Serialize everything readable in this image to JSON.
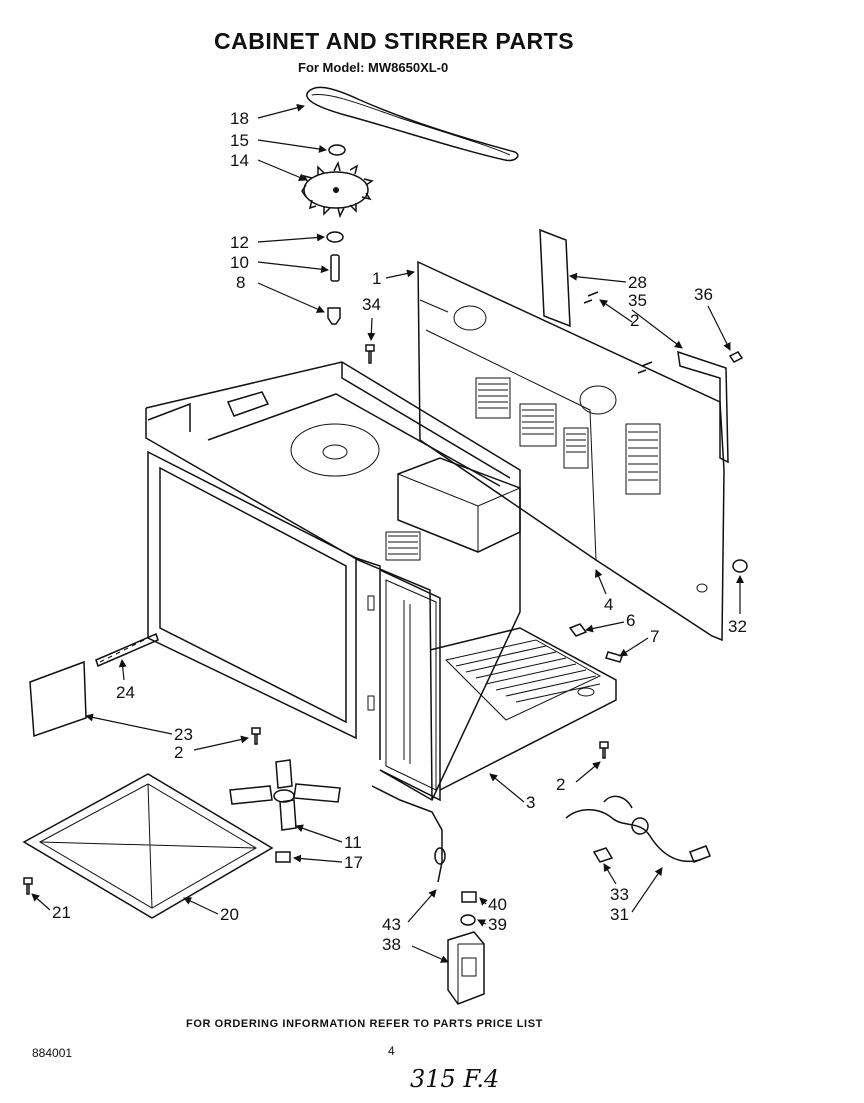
{
  "header": {
    "title": "CABINET AND STIRRER PARTS",
    "subtitle": "For Model: MW8650XL-0"
  },
  "footer": {
    "note": "FOR ORDERING INFORMATION REFER TO PARTS PRICE LIST",
    "doc_number": "884001",
    "page": "4",
    "handwritten": "315 F.4"
  },
  "callouts": [
    {
      "id": "c18",
      "label": "18"
    },
    {
      "id": "c15",
      "label": "15"
    },
    {
      "id": "c14",
      "label": "14"
    },
    {
      "id": "c12",
      "label": "12"
    },
    {
      "id": "c10",
      "label": "10"
    },
    {
      "id": "c8",
      "label": "8"
    },
    {
      "id": "c34",
      "label": "34"
    },
    {
      "id": "c1",
      "label": "1"
    },
    {
      "id": "c28",
      "label": "28"
    },
    {
      "id": "c35",
      "label": "35"
    },
    {
      "id": "c36",
      "label": "36"
    },
    {
      "id": "c2a",
      "label": "2"
    },
    {
      "id": "c32",
      "label": "32"
    },
    {
      "id": "c4",
      "label": "4"
    },
    {
      "id": "c6",
      "label": "6"
    },
    {
      "id": "c7",
      "label": "7"
    },
    {
      "id": "c24",
      "label": "24"
    },
    {
      "id": "c23",
      "label": "23"
    },
    {
      "id": "c2b",
      "label": "2"
    },
    {
      "id": "c2c",
      "label": "2"
    },
    {
      "id": "c3",
      "label": "3"
    },
    {
      "id": "c11",
      "label": "11"
    },
    {
      "id": "c17",
      "label": "17"
    },
    {
      "id": "c21",
      "label": "21"
    },
    {
      "id": "c20",
      "label": "20"
    },
    {
      "id": "c43",
      "label": "43"
    },
    {
      "id": "c40",
      "label": "40"
    },
    {
      "id": "c39",
      "label": "39"
    },
    {
      "id": "c38",
      "label": "38"
    },
    {
      "id": "c33",
      "label": "33"
    },
    {
      "id": "c31",
      "label": "31"
    }
  ]
}
